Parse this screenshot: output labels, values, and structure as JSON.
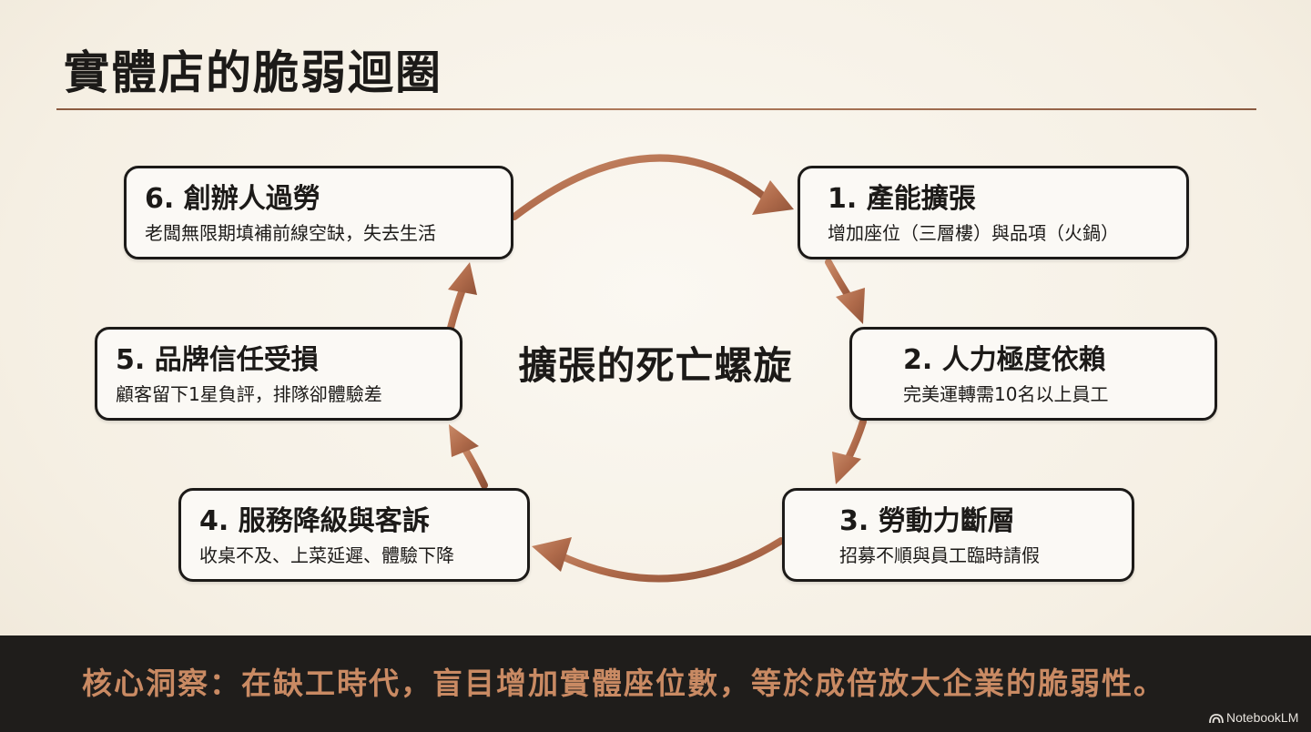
{
  "title": "實體店的脆弱迴圈",
  "center_label": "擴張的死亡螺旋",
  "steps": [
    {
      "title": "1. 產能擴張",
      "desc": "增加座位（三層樓）與品項（火鍋）"
    },
    {
      "title": "2. 人力極度依賴",
      "desc": "完美運轉需10名以上員工"
    },
    {
      "title": "3. 勞動力斷層",
      "desc": "招募不順與員工臨時請假"
    },
    {
      "title": "4. 服務降級與客訴",
      "desc": "收桌不及、上菜延遲、體驗下降"
    },
    {
      "title": "5. 品牌信任受損",
      "desc": "顧客留下1星負評，排隊卻體驗差"
    },
    {
      "title": "6. 創辦人過勞",
      "desc": "老闆無限期填補前線空缺，失去生活"
    }
  ],
  "footer": {
    "insight": "核心洞察：在缺工時代，盲目增加實體座位數，等於成倍放大企業的脆弱性。"
  },
  "brand": {
    "name": "NotebookLM",
    "icon": "notebooklm-logo-icon"
  },
  "colors": {
    "background": "#f6f1e7",
    "arrow": "#b87352",
    "footer_background": "#1f1d1b",
    "footer_text": "#c98a63"
  }
}
